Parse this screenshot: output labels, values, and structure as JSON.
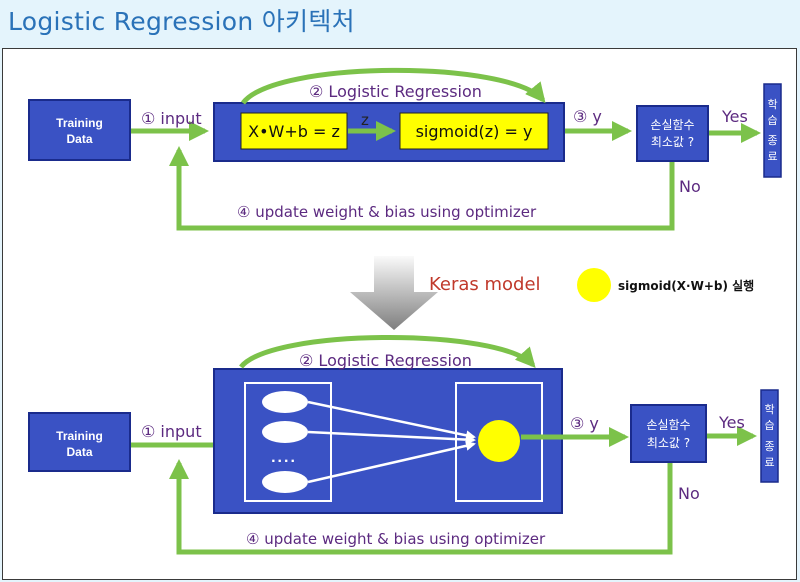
{
  "page": {
    "title": "Logistic Regression 아키텍처"
  },
  "top": {
    "training_data": [
      "Training",
      "Data"
    ],
    "input_label": "① input",
    "lr_label": "② Logistic Regression",
    "linear_box": "X•W+b = z",
    "z_label": "z",
    "sigmoid_box": "sigmoid(z) = y",
    "y_label": "③ y",
    "loss_box": [
      "손실함수",
      "최소값 ?"
    ],
    "yes_label": "Yes",
    "no_label": "No",
    "end_box": [
      "학",
      "습",
      "종",
      "료"
    ],
    "update_label": "④  update weight & bias using optimizer"
  },
  "middle": {
    "keras_label": "Keras model",
    "legend_label": "sigmoid(X·W+b) 실행"
  },
  "bottom": {
    "training_data": [
      "Training",
      "Data"
    ],
    "input_label": "① input",
    "lr_label": "② Logistic Regression",
    "dots": "....",
    "y_label": "③ y",
    "loss_box": [
      "손실함수",
      "최소값 ?"
    ],
    "yes_label": "Yes",
    "no_label": "No",
    "end_box": [
      "학",
      "습",
      "종",
      "료"
    ],
    "update_label": "④  update weight & bias using optimizer"
  },
  "colors": {
    "box_blue": "#3a52c4",
    "box_border": "#1a2b8c",
    "arrow_green": "#7cc24a",
    "yellow": "#ffff00",
    "purple_text": "#5c2a80",
    "keras_red": "#c0392b",
    "title_blue": "#2a72b8"
  }
}
